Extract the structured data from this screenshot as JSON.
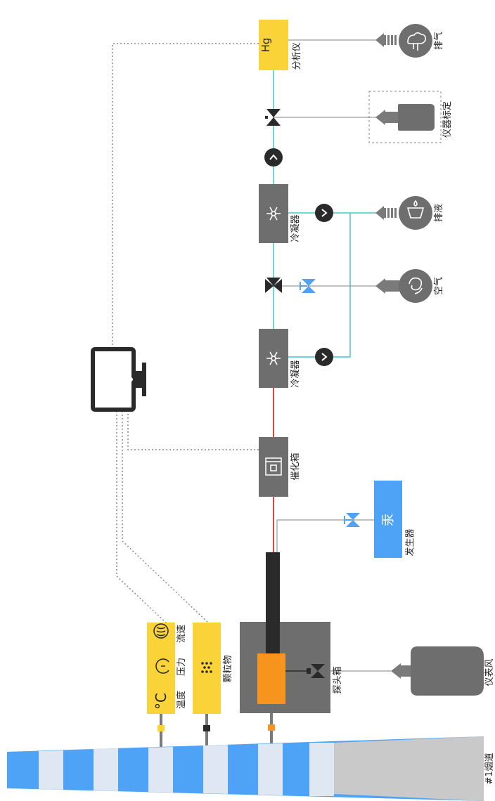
{
  "labels": {
    "analyzer": "分析仪",
    "analyzer_hg": "Hg",
    "exhaust": "排气",
    "calibration": "仪器标定",
    "drain": "排液",
    "air": "空气",
    "condenser_1": "冷凝器",
    "condenser_2": "冷凝器",
    "catalyst_box": "催化箱",
    "generator": "发生器",
    "generator_glyph": "汞",
    "probe_box": "探头箱",
    "instrument_air": "仪表风",
    "flue": "#1烟道",
    "temperature": "温度",
    "pressure": "压力",
    "flow_rate": "流速",
    "particulate": "颗粒物",
    "celsius": "°C"
  },
  "colors": {
    "yellow": "#f9d338",
    "blue": "#4fa3f7",
    "gray_box": "#6e6e6e",
    "dark": "#3a3a3a",
    "cyan_line": "#6fd6dc",
    "red_line": "#e0473c",
    "orange": "#f7941d",
    "light_gray": "#c9c9c9"
  },
  "icons": [
    "monitor-icon",
    "snowflake-icon",
    "chevron-icon",
    "valve-icon",
    "tank-icon",
    "cloud-icon",
    "droplet-icon",
    "swirl-icon",
    "thermometer-icon",
    "gauge-icon",
    "wind-icon",
    "particles-icon"
  ]
}
